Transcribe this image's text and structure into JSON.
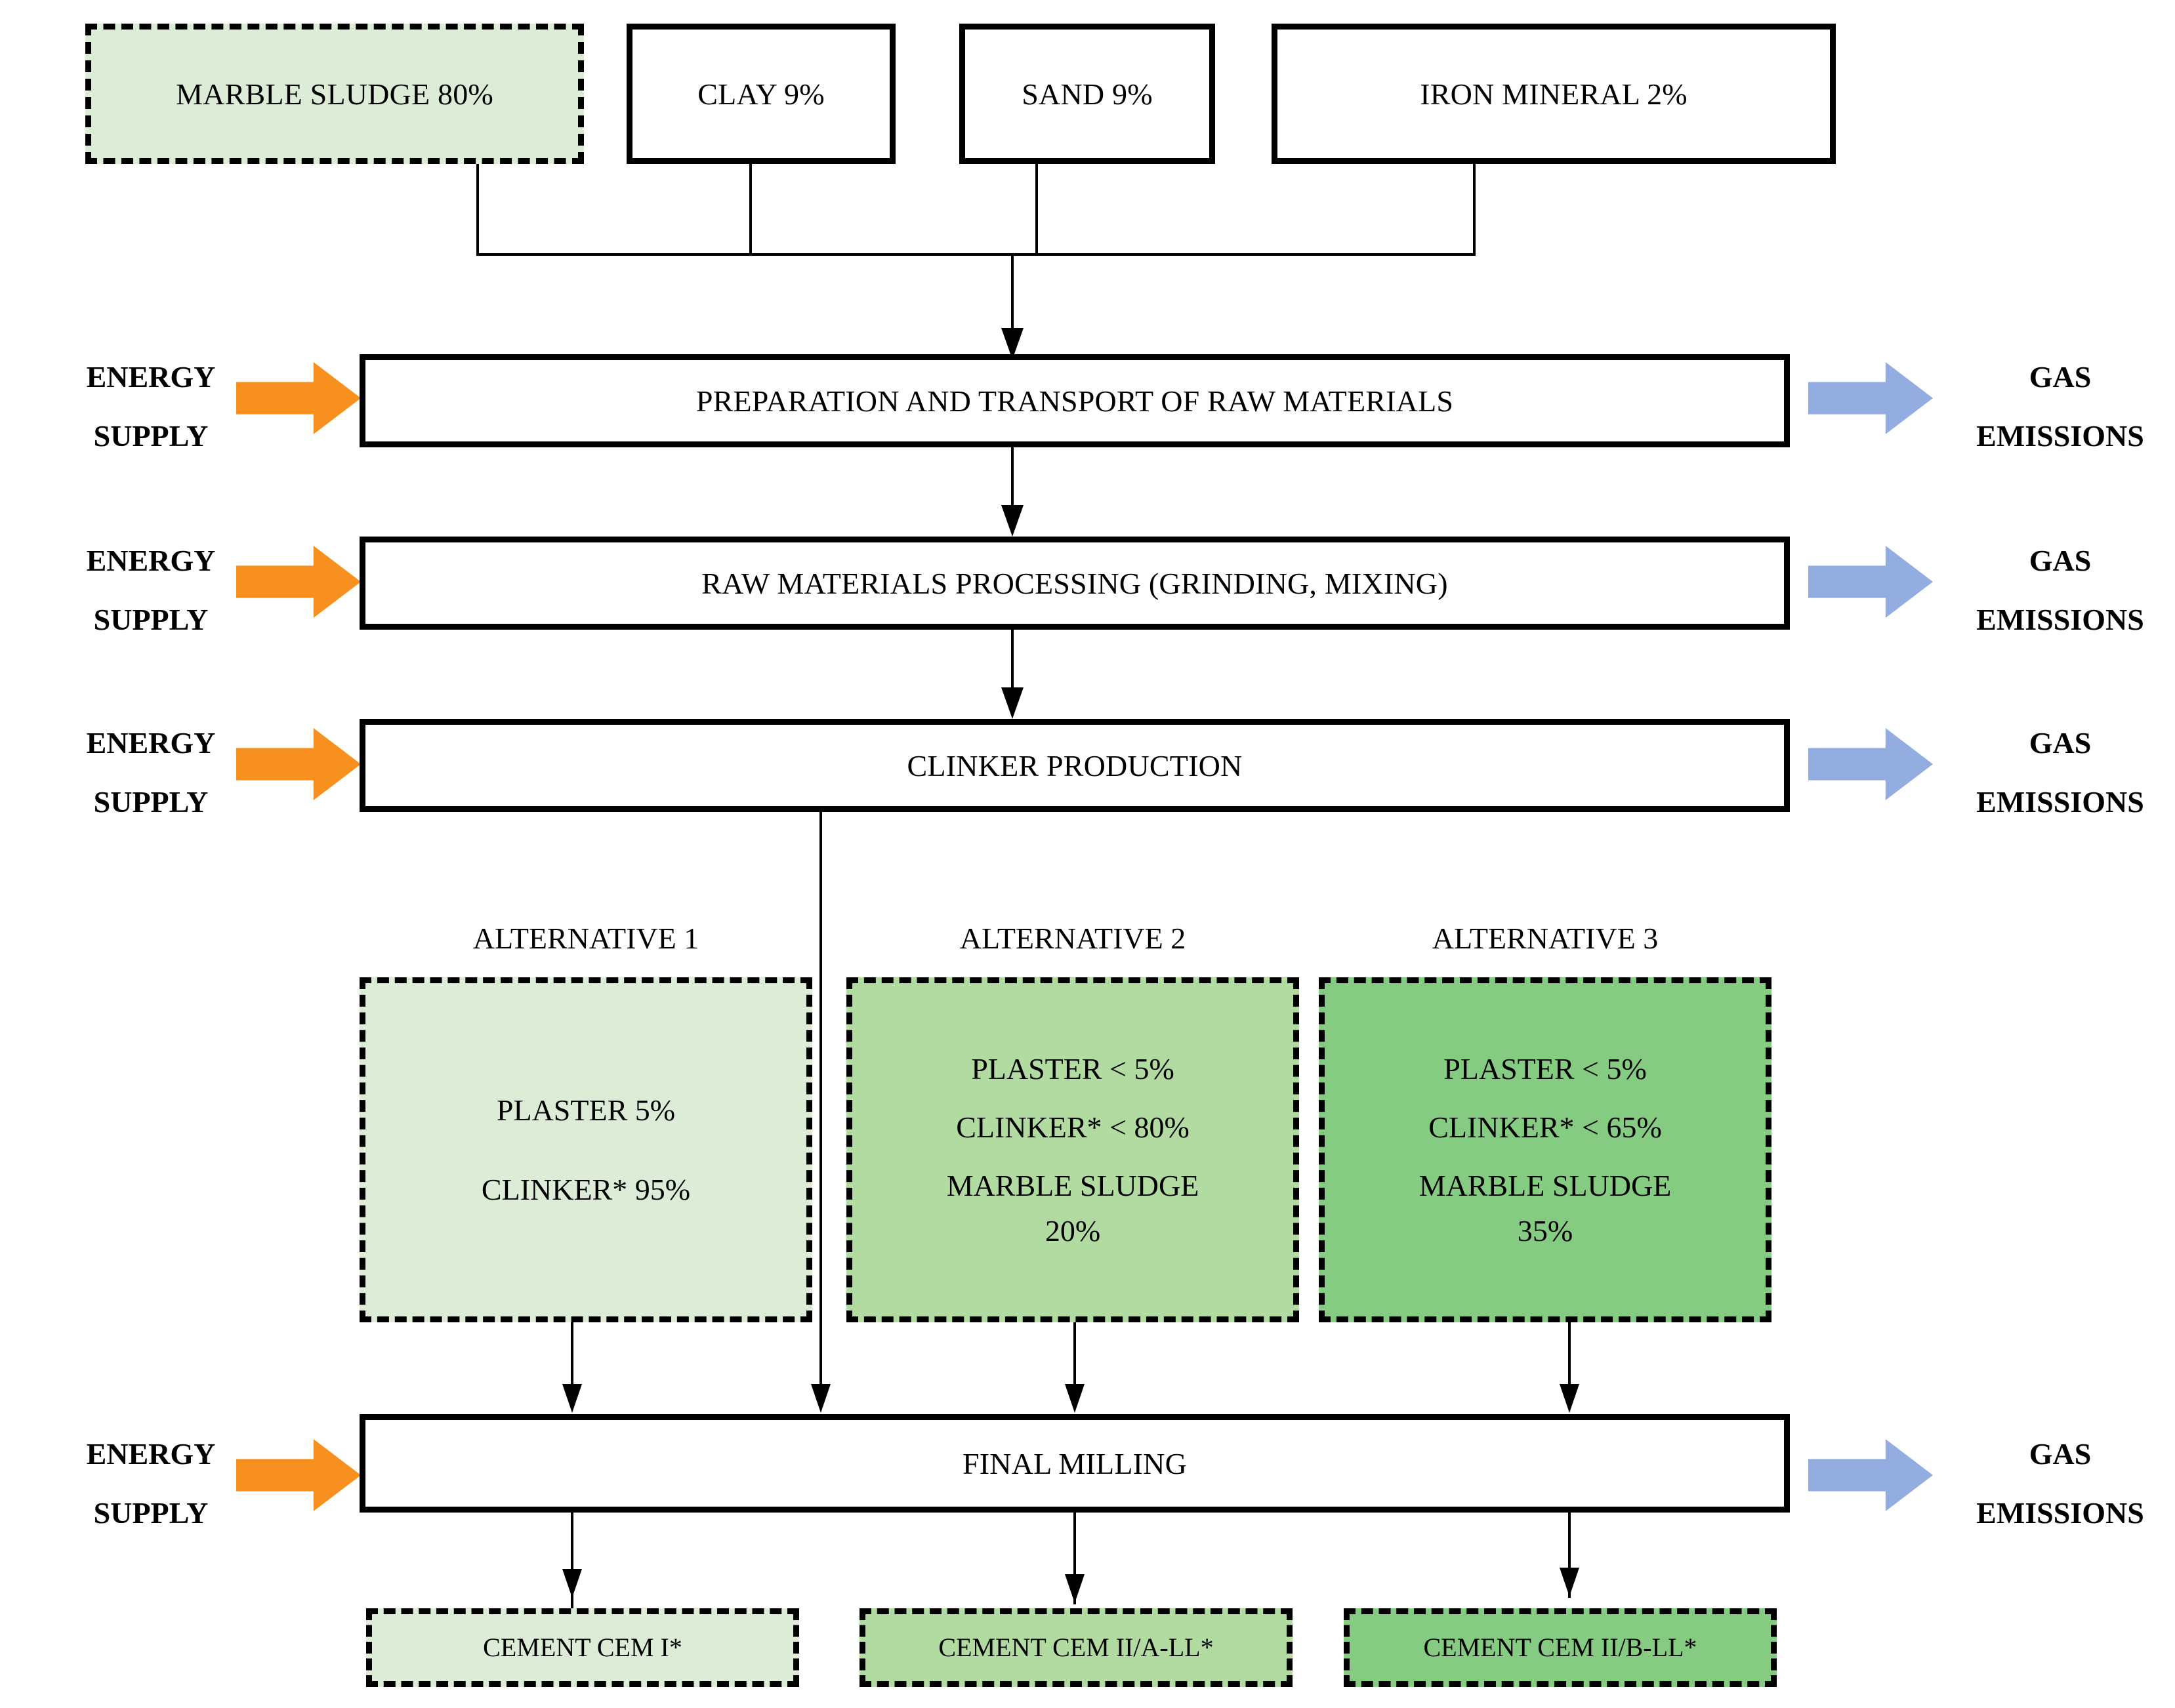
{
  "diagram": {
    "title": "Cement production flowchart with marble sludge alternatives",
    "colors": {
      "green_light": "#dcecd7",
      "green_mid": "#b2dba1",
      "green_dark": "#86cb82",
      "energy_arrow": "#f7901e",
      "emission_arrow": "#93ade0",
      "outline": "#000000"
    }
  },
  "raw_materials": [
    {
      "label": "MARBLE SLUDGE 80%",
      "fill": "green_light",
      "border": "dashed"
    },
    {
      "label": "CLAY 9%",
      "fill": "white",
      "border": "solid"
    },
    {
      "label": "SAND 9%",
      "fill": "white",
      "border": "solid"
    },
    {
      "label": "IRON MINERAL 2%",
      "fill": "white",
      "border": "solid"
    }
  ],
  "process_steps": [
    {
      "label": "PREPARATION AND TRANSPORT OF  RAW MATERIALS"
    },
    {
      "label": "RAW MATERIALS PROCESSING (GRINDING, MIXING)"
    },
    {
      "label": "CLINKER PRODUCTION"
    },
    {
      "label": "FINAL MILLING"
    }
  ],
  "inputs": {
    "line1": "ENERGY",
    "line2": "SUPPLY",
    "icon": "energy-arrow-icon",
    "count": 4
  },
  "outputs": {
    "line1": "GAS",
    "line2": "EMISSIONS",
    "icon": "emission-arrow-icon",
    "count": 4
  },
  "alternatives": [
    {
      "heading": "ALTERNATIVE 1",
      "fill": "green_light",
      "lines": [
        "PLASTER 5%",
        "CLINKER* 95%"
      ]
    },
    {
      "heading": "ALTERNATIVE 2",
      "fill": "green_mid",
      "lines": [
        "PLASTER < 5%",
        "CLINKER* < 80%",
        "MARBLE SLUDGE\n20%"
      ]
    },
    {
      "heading": "ALTERNATIVE 3",
      "fill": "green_dark",
      "lines": [
        "PLASTER < 5%",
        "CLINKER* < 65%",
        "MARBLE SLUDGE\n35%"
      ]
    }
  ],
  "products": [
    {
      "label": "CEMENT CEM I*",
      "fill": "green_light"
    },
    {
      "label": "CEMENT CEM II/A-LL*",
      "fill": "green_mid"
    },
    {
      "label": "CEMENT CEM II/B-LL*",
      "fill": "green_dark"
    }
  ]
}
